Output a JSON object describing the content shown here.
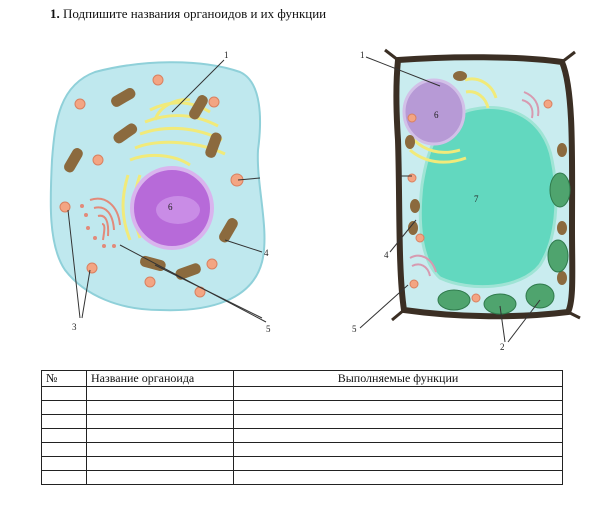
{
  "task": {
    "number": "1.",
    "text": "Подпишите названия органоидов и их функции"
  },
  "animal_cell": {
    "labels": [
      "1",
      "3",
      "4",
      "5",
      "6"
    ]
  },
  "plant_cell": {
    "labels": [
      "1",
      "2",
      "4",
      "5",
      "6",
      "7"
    ]
  },
  "table": {
    "headers": [
      "№",
      "Название органоида",
      "Выполняемые функции"
    ],
    "rows": 7
  },
  "colors": {
    "cytoplasm": "#bfe8ee",
    "nucleus": "#b76ad9",
    "vacuole": "#62d8bf",
    "mitochondria": "#8b6a3e",
    "cell_wall": "#3b2f24",
    "chloroplast": "#4fa46e",
    "golgi": "#f1ea7a"
  }
}
